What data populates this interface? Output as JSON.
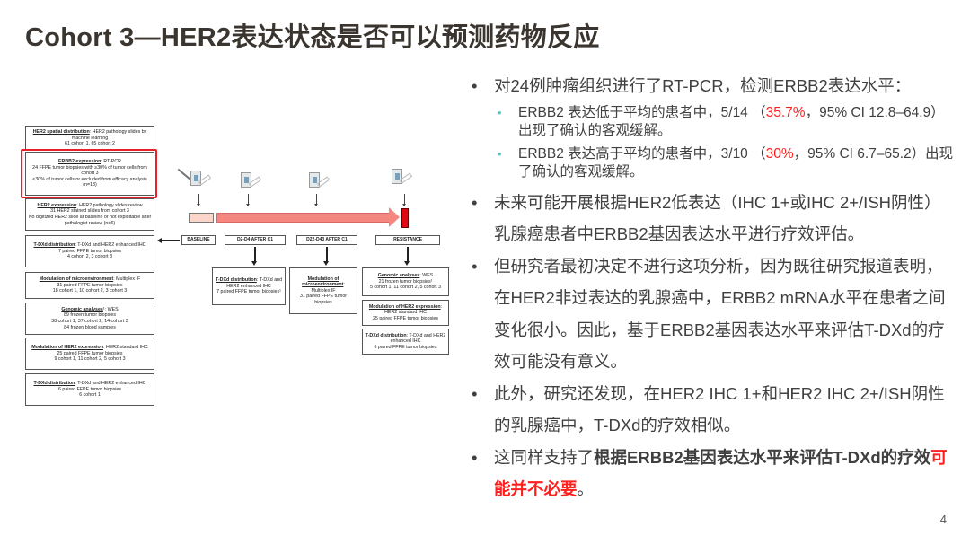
{
  "title": "Cohort 3—HER2表达状态是否可以预测药物反应",
  "diagram": {
    "left_boxes": [
      {
        "head": "HER2 spatial distribution",
        "rest": ": HER2 pathology slides by machine learning",
        "lines": [
          "61 cohort 1, 65 cohort 2"
        ]
      },
      {
        "head": "ERBB2 expression",
        "rest": ": RT-PCR",
        "lines": [
          "24 FFPE tumor biopsies with ≥30% of tumor cells from cohort 3",
          "<30% of tumor cells or excluded from efficacy analysis (n=13)"
        ]
      },
      {
        "head": "HER2 expression",
        "rest": ": HER2 pathology slides review",
        "lines": [
          "31 HER2 stained slides from cohort 3",
          "No digitized HER2 slide at baseline or not exploitable after pathologist review (n=6)"
        ]
      },
      {
        "head": "T-DXd distribution",
        "rest": ": T-DXd and HER2 enhanced IHC",
        "lines": [
          "7 paired FFPE tumor biopsies",
          "4 cohort 2, 3 cohort 3"
        ]
      },
      {
        "head": "Modulation of microenvironment",
        "rest": ": Multiplex IF",
        "lines": [
          "31 paired FFPE tumor biopsies",
          "18 cohort 1, 10 cohort 2, 3 cohort 3"
        ]
      },
      {
        "head": "Genomic analyses",
        "rest": "¹: WES",
        "lines": [
          "89 frozen tumor biopsies",
          "38 cohort 1, 37 cohort 2, 14 cohort 3",
          "84 frozen blood samples"
        ]
      },
      {
        "head": "Modulation of HER2 expression",
        "rest": ": HER2 standard IHC",
        "lines": [
          "25 paired FFPE tumor biopsies",
          "9 cohort 1, 11 cohort 2, 5 cohort 3"
        ]
      },
      {
        "head": "T-DXd distribution",
        "rest": ": T-DXd and HER2 enhanced IHC",
        "lines": [
          "6 paired FFPE tumor biopsies",
          "6 cohort 1"
        ]
      }
    ],
    "timepoints": [
      "BASELINE",
      "D2-D4 AFTER C1",
      "D22-D43 AFTER C1",
      "RESISTANCE"
    ],
    "bottom_boxes": [
      {
        "head": "T-DXd distribution",
        "rest": ": T-DXd and HER2 enhanced IHC",
        "lines": [
          "7 paired FFPE tumor biopsies¹"
        ]
      },
      {
        "head": "Modulation of microenvironment",
        "rest": ": Multiplex IF",
        "lines": [
          "31 paired FFPE tumor biopsies"
        ]
      },
      {
        "head": "Genomic analyses",
        "rest": ": WES",
        "lines": [
          "21 frozen tumor biopsies¹",
          "5 cohort 1, 11 cohort 2, 5 cohort 3"
        ]
      },
      {
        "head": "Modulation of HER2 expression",
        "rest": ": HER2 standard IHC",
        "lines": [
          "25 paired FFPE tumor biopsies"
        ]
      },
      {
        "head": "T-DXd distribution",
        "rest": ": T-DXd and HER2 enhanced IHC",
        "lines": [
          "6 paired FFPE tumor biopsies"
        ]
      }
    ]
  },
  "bullets": {
    "b1": "对24例肿瘤组织进行了RT-PCR，检测ERBB2表达水平：",
    "s1a": "ERBB2 表达低于平均的患者中，5/14 （",
    "s1b": "35.7%",
    "s1c": "，95% CI 12.8–64.9）出现了确认的客观缓解。",
    "s2a": "ERBB2 表达高于平均的患者中，3/10 （",
    "s2b": "30%",
    "s2c": "，95% CI 6.7–65.2）出现了确认的客观缓解。",
    "b2": "未来可能开展根据HER2低表达（IHC 1+或IHC 2+/ISH阴性）乳腺癌患者中ERBB2基因表达水平进行疗效评估。",
    "b3": "但研究者最初决定不进行这项分析，因为既往研究报道表明，在HER2非过表达的乳腺癌中，ERBB2 mRNA水平在患者之间变化很小。因此，基于ERBB2基因表达水平来评估T-DXd的疗效可能没有意义。",
    "b4": "此外，研究还发现，在HER2 IHC 1+和HER2 IHC 2+/ISH阴性的乳腺癌中，T-DXd的疗效相似。",
    "b5a": "这同样支持了",
    "b5b": "根据ERBB2基因表达水平来评估T-DXd的疗效",
    "b5c": "可能并不必要",
    "b5d": "。"
  },
  "page_number": "4",
  "colors": {
    "highlight": "#ff1f1f",
    "frame": "#e8202a",
    "arrow": "#f4877f",
    "bar": "#e30613"
  }
}
